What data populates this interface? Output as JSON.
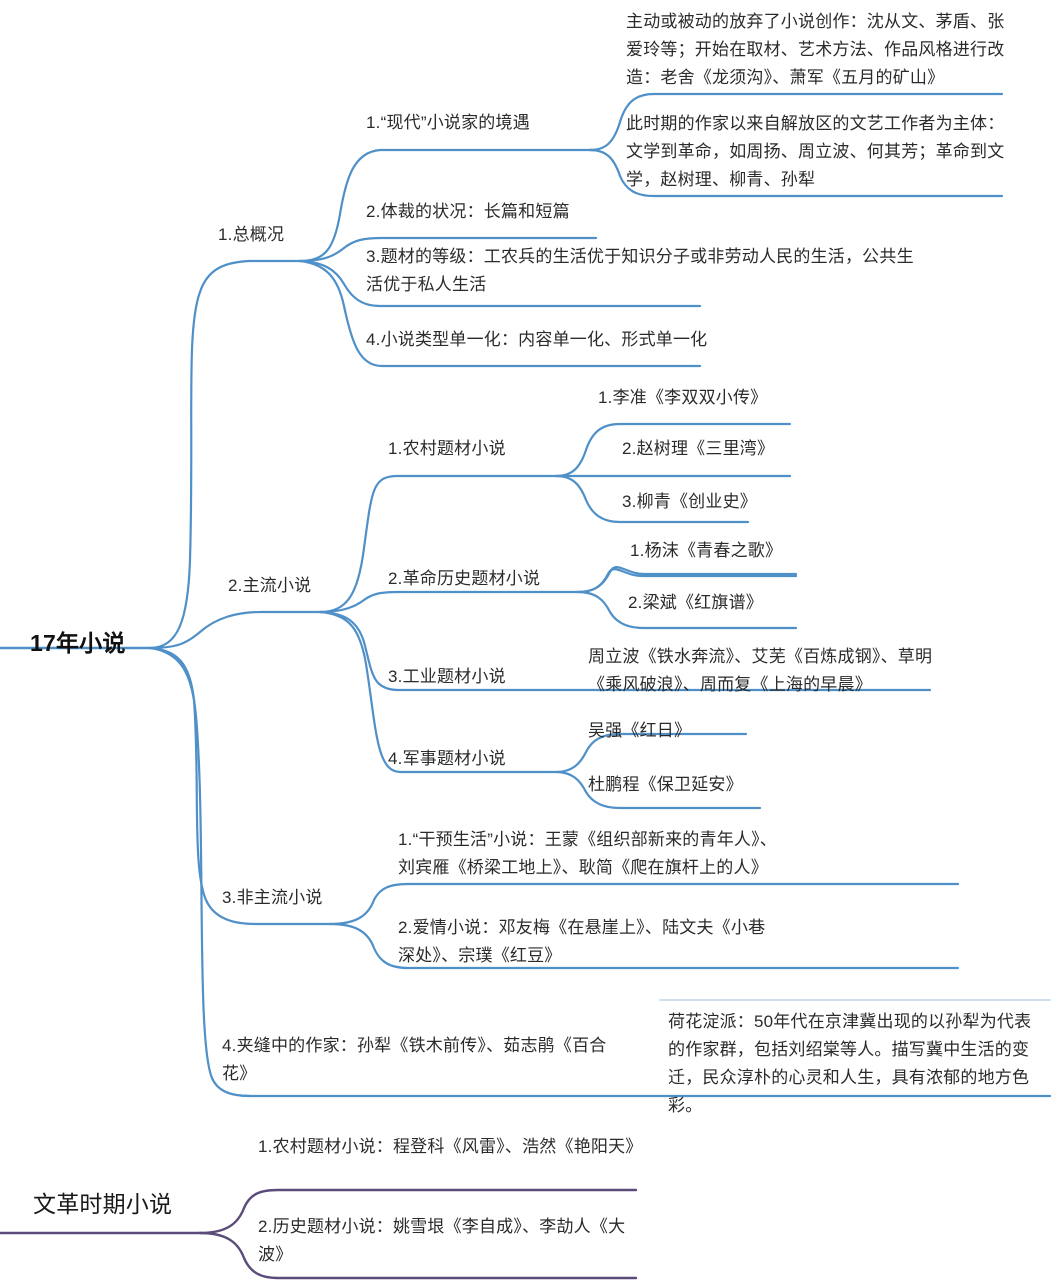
{
  "diagram": {
    "title_visible": false,
    "colors": {
      "branch_blue": "#5B9BD5",
      "branch_blue_dark": "#3D7EB5",
      "branch_purple": "#5B4B7A",
      "text": "#2b2b2b",
      "background": "#ffffff"
    }
  },
  "roots": [
    {
      "id": "root-17",
      "label": "17年小说",
      "color": "#5B9BD5"
    },
    {
      "id": "root-wenge",
      "label": "文革时期小说",
      "color": "#5B4B7A"
    }
  ],
  "branches": {
    "zonggaikuang": {
      "label": "1.总概况",
      "children": [
        {
          "label": "1.“现代”小说家的境遇",
          "children": [
            {
              "label": "主动或被动的放弃了小说创作：沈从文、茅盾、张爱玲等；开始在取材、艺术方法、作品风格进行改造：老舍《龙须沟》、萧军《五月的矿山》"
            },
            {
              "label": "此时期的作家以来自解放区的文艺工作者为主体：文学到革命，如周扬、周立波、何其芳；革命到文学，赵树理、柳青、孙犁"
            }
          ]
        },
        {
          "label": "2.体裁的状况：长篇和短篇",
          "children": []
        },
        {
          "label": "3.题材的等级：工农兵的生活优于知识分子或非劳动人民的生活，公共生活优于私人生活",
          "children": []
        },
        {
          "label": "4.小说类型单一化：内容单一化、形式单一化",
          "children": []
        }
      ]
    },
    "zhuliu": {
      "label": "2.主流小说",
      "children": [
        {
          "label": "1.农村题材小说",
          "children": [
            {
              "label": "1.李准《李双双小传》"
            },
            {
              "label": "2.赵树理《三里湾》"
            },
            {
              "label": "3.柳青《创业史》"
            }
          ]
        },
        {
          "label": "2.革命历史题材小说",
          "children": [
            {
              "label": "1.杨沫《青春之歌》"
            },
            {
              "label": "2.梁斌《红旗谱》"
            }
          ]
        },
        {
          "label": "3.工业题材小说",
          "children": [
            {
              "label": "周立波《铁水奔流》、艾芜《百炼成钢》、草明《乘风破浪》、周而复《上海的早晨》"
            }
          ]
        },
        {
          "label": "4.军事题材小说",
          "children": [
            {
              "label": "吴强《红日》"
            },
            {
              "label": "杜鹏程《保卫延安》"
            }
          ]
        }
      ]
    },
    "feizhuliu": {
      "label": "3.非主流小说",
      "children": [
        {
          "label": "1.“干预生活”小说：王蒙《组织部新来的青年人》、刘宾雁《桥梁工地上》、耿简《爬在旗杆上的人》",
          "children": []
        },
        {
          "label": "2.爱情小说：邓友梅《在悬崖上》、陆文夫《小巷深处》、宗璞《红豆》",
          "children": []
        }
      ]
    },
    "jiafeng": {
      "label": "4.夹缝中的作家：孙犁《铁木前传》、茹志鹃《百合花》",
      "children": [
        {
          "label": "荷花淀派：50年代在京津冀出现的以孙犁为代表的作家群，包括刘绍棠等人。描写冀中生活的变迁，民众淳朴的心灵和人生，具有浓郁的地方色彩。"
        }
      ]
    },
    "wenge": {
      "children": [
        {
          "label": "1.农村题材小说：程登科《风雷》、浩然《艳阳天》"
        },
        {
          "label": "2.历史题材小说：姚雪垠《李自成》、李劼人《大波》"
        }
      ]
    }
  }
}
